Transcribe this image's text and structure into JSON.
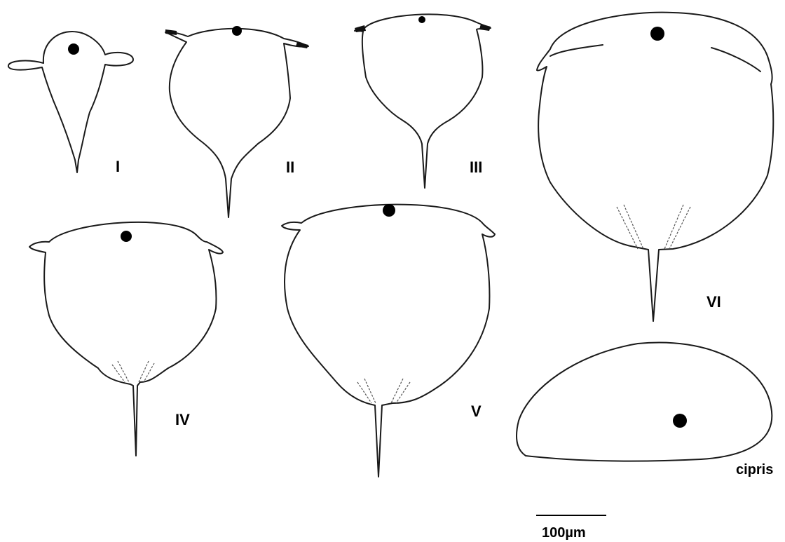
{
  "stages": [
    {
      "id": "I",
      "label": "I"
    },
    {
      "id": "II",
      "label": "II"
    },
    {
      "id": "III",
      "label": "III"
    },
    {
      "id": "IV",
      "label": "IV"
    },
    {
      "id": "V",
      "label": "V"
    },
    {
      "id": "VI",
      "label": "VI"
    },
    {
      "id": "cypris",
      "label": "cipris"
    }
  ],
  "scale_bar": {
    "label": "100µm"
  }
}
